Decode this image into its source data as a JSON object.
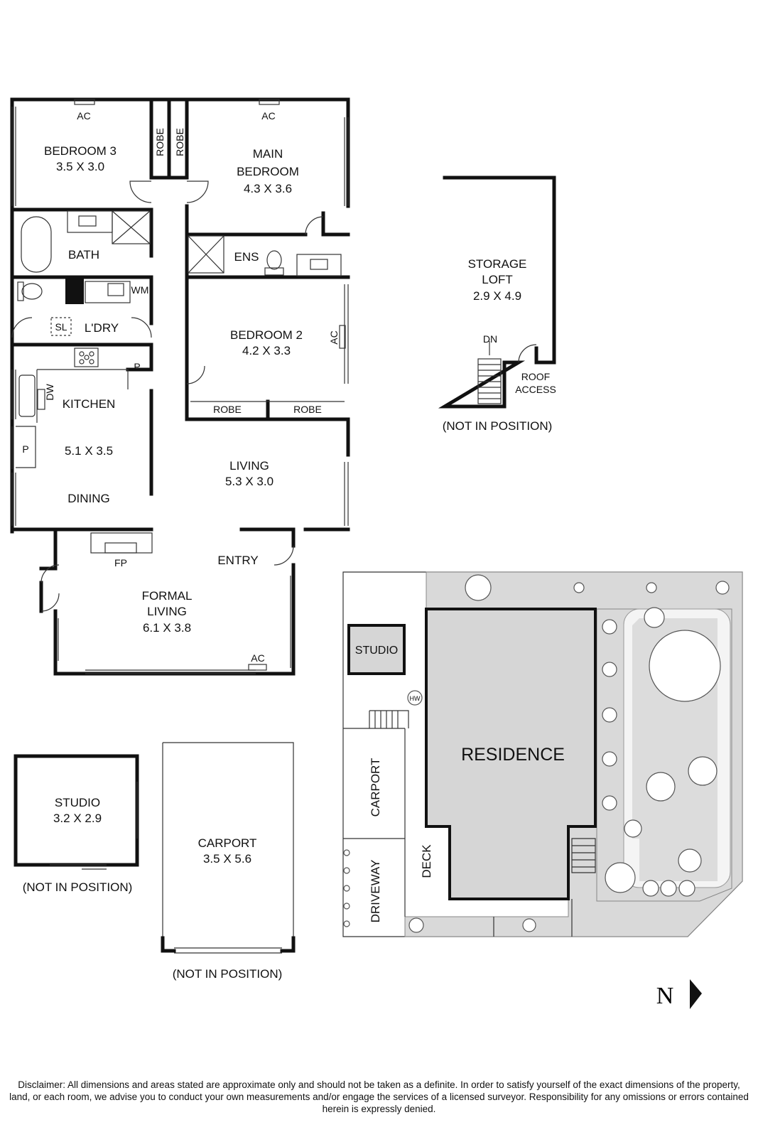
{
  "rooms": {
    "bedroom3": {
      "name": "BEDROOM 3",
      "dims": "3.5 X 3.0"
    },
    "main_bedroom": {
      "name1": "MAIN",
      "name2": "BEDROOM",
      "dims": "4.3 X 3.6"
    },
    "robe": "ROBE",
    "ac": "AC",
    "bath": "BATH",
    "ens": "ENS",
    "wm": "WM",
    "sl": "SL",
    "laundry": "L'DRY",
    "bedroom2": {
      "name": "BEDROOM 2",
      "dims": "4.2 X 3.3"
    },
    "kitchen": {
      "name": "KITCHEN",
      "dims": "5.1 X 3.5"
    },
    "pantry": "P",
    "dw": "DW",
    "dining": "DINING",
    "living": {
      "name": "LIVING",
      "dims": "5.3 X 3.0"
    },
    "entry": "ENTRY",
    "fp": "FP",
    "formal_living": {
      "name1": "FORMAL",
      "name2": "LIVING",
      "dims": "6.1 X 3.8"
    },
    "storage_loft": {
      "name1": "STORAGE",
      "name2": "LOFT",
      "dims": "2.9 X 4.9",
      "dn": "DN",
      "roof1": "ROOF",
      "roof2": "ACCESS"
    },
    "studio": {
      "name": "STUDIO",
      "dims": "3.2 X 2.9"
    },
    "carport": {
      "name": "CARPORT",
      "dims": "3.5 X 5.6"
    },
    "not_in_position": "(NOT IN POSITION)"
  },
  "site_plan": {
    "residence": "RESIDENCE",
    "studio": "STUDIO",
    "hw": "HW",
    "carport": "CARPORT",
    "driveway": "DRIVEWAY",
    "deck": "DECK"
  },
  "compass": {
    "label": "N",
    "icon": "north-arrow-icon"
  },
  "disclaimer": "Disclaimer: All dimensions and areas stated are approximate only and should not be taken as a definite. In order to satisfy yourself of the exact dimensions of the property, land, or each room, we advise you to conduct your own measurements and/or engage the services of a licensed surveyor. Responsibility for any omissions or errors contained herein is expressly denied."
}
